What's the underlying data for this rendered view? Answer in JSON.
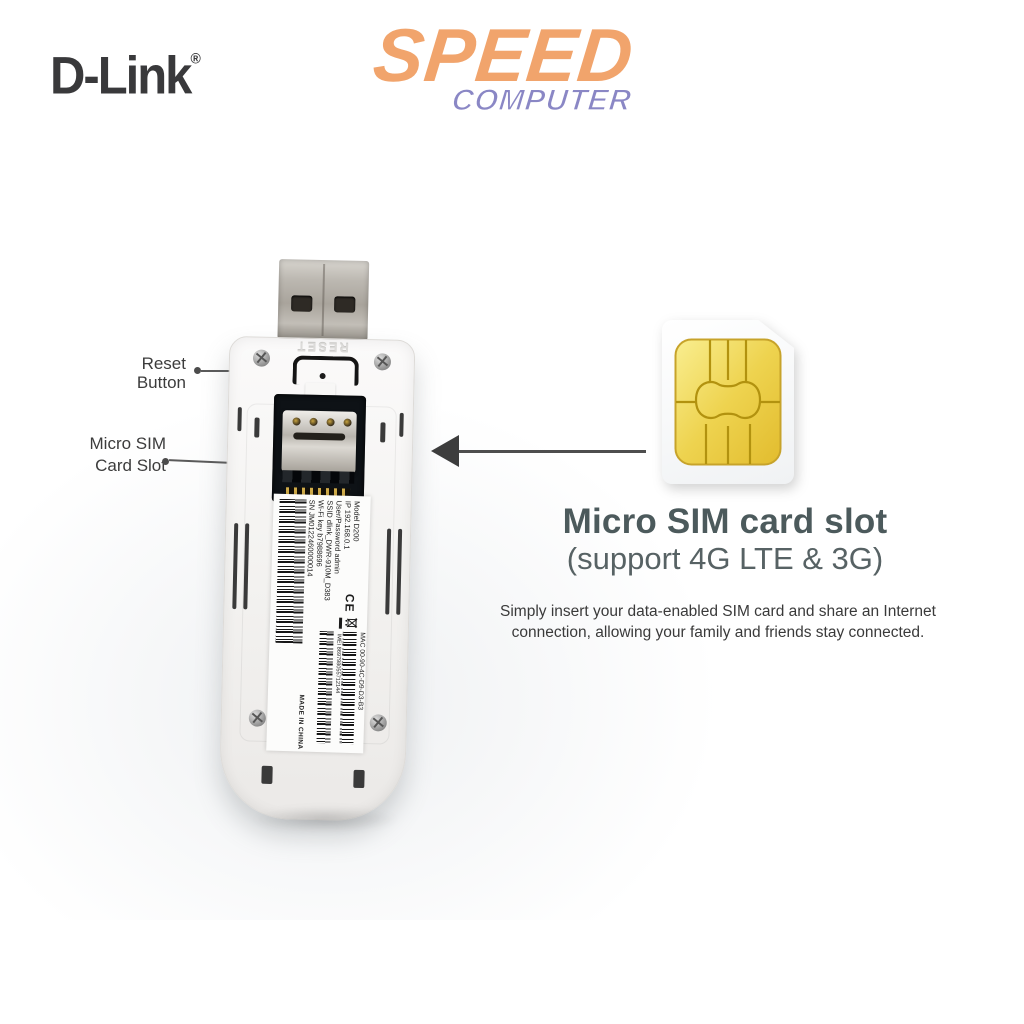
{
  "branding": {
    "dlink": {
      "text": "D-Link",
      "registered": "®",
      "color": "#39393b"
    },
    "store": {
      "line1": "SPEED",
      "line2": "COMPUTER",
      "orange": "#f1a46c",
      "purple": "#8a87c5"
    }
  },
  "callouts": {
    "reset": {
      "line1": "Reset",
      "line2": "Button"
    },
    "sim": {
      "line1": "Micro SIM",
      "line2": "Card Slot"
    }
  },
  "device": {
    "reset_molded": "RESET",
    "label": {
      "lines": [
        "Model D200",
        "IP 192.168.0.1",
        "User/Password admin",
        "SSID dlink_DWR-910M_D383",
        "Wi-Fi key b7988696",
        "SN JM0122460000014"
      ],
      "ce_mark": "CE",
      "mac": "MAC 00-90-4C-D9-D3-B3",
      "imei": "IMEI 869798055712144",
      "made_in": "MADE IN CHINA"
    }
  },
  "sim_card": {
    "chip_gold": "#eed34f"
  },
  "info": {
    "heading": "Micro SIM card slot",
    "subheading": "(support 4G LTE & 3G)",
    "description": "Simply insert your data-enabled SIM card and share an Internet connection, allowing your family and friends stay connected."
  }
}
